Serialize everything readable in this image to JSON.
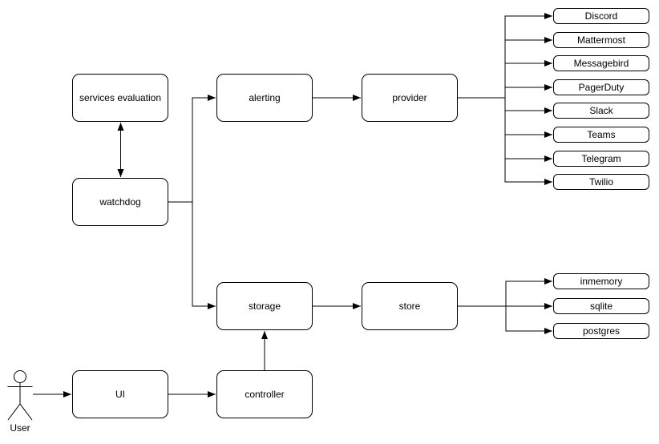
{
  "diagram": {
    "nodes": {
      "services_evaluation": "services evaluation",
      "watchdog": "watchdog",
      "alerting": "alerting",
      "provider": "provider",
      "storage": "storage",
      "store": "store",
      "ui": "UI",
      "controller": "controller"
    },
    "providers": [
      "Discord",
      "Mattermost",
      "Messagebird",
      "PagerDuty",
      "Slack",
      "Teams",
      "Telegram",
      "Twilio"
    ],
    "stores": [
      "inmemory",
      "sqlite",
      "postgres"
    ],
    "actor": {
      "label": "User"
    },
    "colors": {
      "stroke": "#000000",
      "box_fill": "#ffffff",
      "background": "#ffffff"
    }
  }
}
